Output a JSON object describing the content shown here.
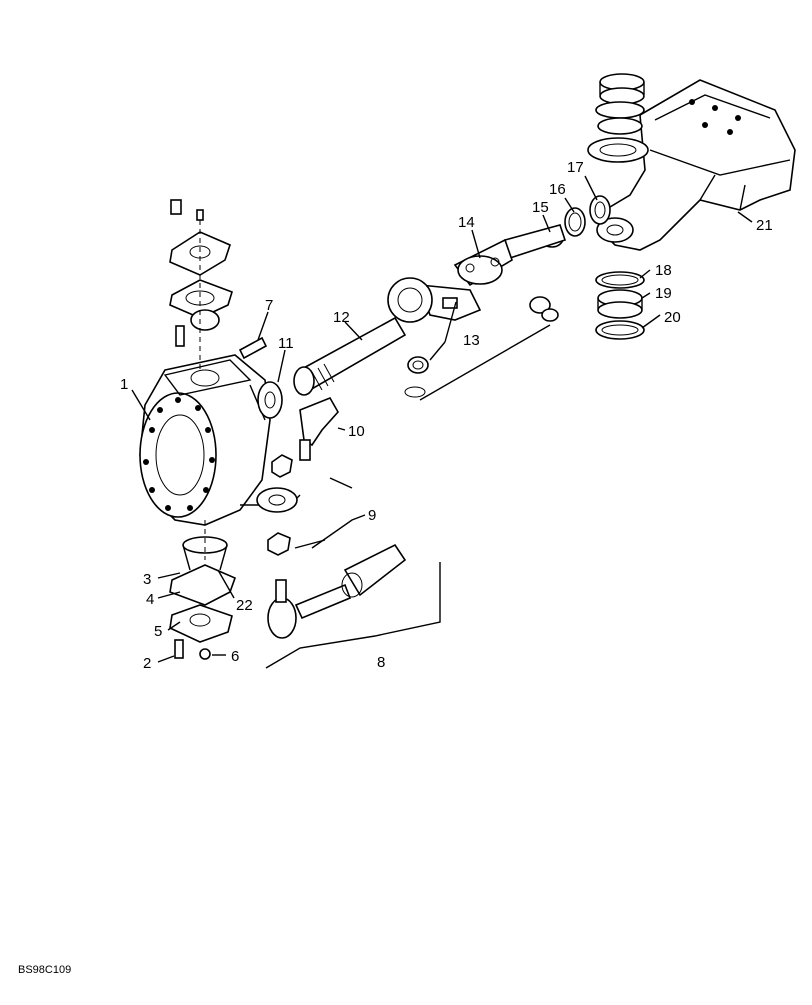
{
  "diagram": {
    "reference_code": "BS98C109",
    "callouts": {
      "c1": "1",
      "c2": "2",
      "c3": "3",
      "c4": "4",
      "c5": "5",
      "c6": "6",
      "c7": "7",
      "c8": "8",
      "c9": "9",
      "c10": "10",
      "c11": "11",
      "c12": "12",
      "c13": "13",
      "c14": "14",
      "c15": "15",
      "c16": "16",
      "c17": "17",
      "c18": "18",
      "c19": "19",
      "c20": "20",
      "c21": "21",
      "c22": "22"
    }
  }
}
